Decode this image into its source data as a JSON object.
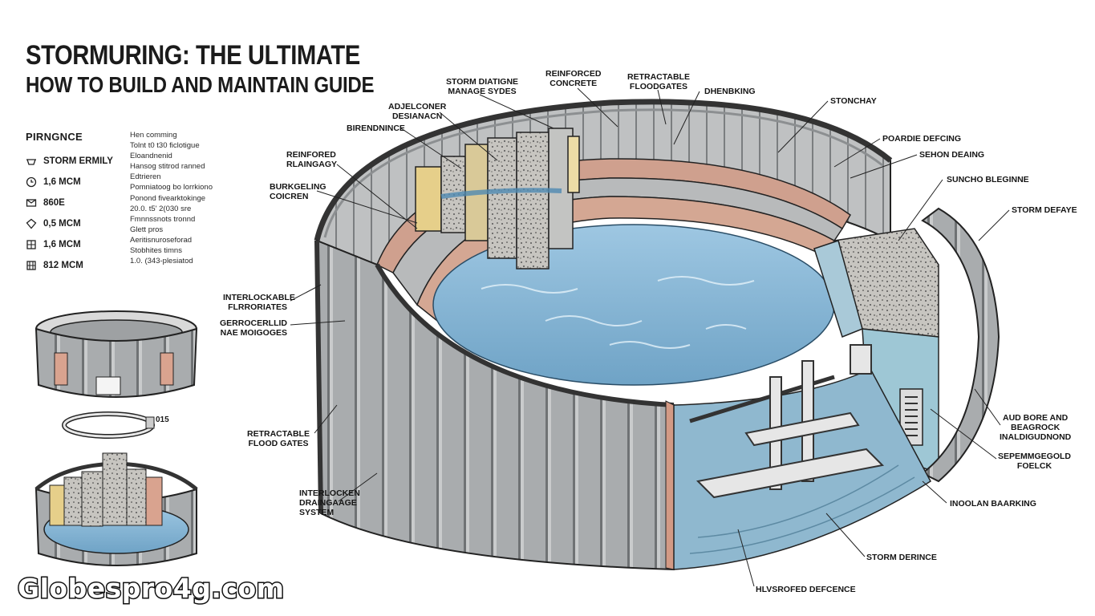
{
  "title": "STORMURING: THE ULTIMATE",
  "subtitle": "HOW TO BUILD AND MAINTAIN GUIDE",
  "legend": {
    "heading": "PIRNGNCE",
    "items": [
      {
        "icon": "strainer-icon",
        "label": "STORM ERMILY"
      },
      {
        "icon": "clock-icon",
        "label": "1,6 MCM"
      },
      {
        "icon": "mail-icon",
        "label": "860E"
      },
      {
        "icon": "diamond-icon",
        "label": "0,5 MCM"
      },
      {
        "icon": "grid-icon",
        "label": "1,6 MCM"
      },
      {
        "icon": "grid-plus-icon",
        "label": "812 MCM"
      }
    ]
  },
  "notes": [
    "Hen comming",
    "Tolnt t0 t30 ficlotigue",
    "Eloandnenid",
    "Hansog stitrod ranned",
    "Edtrieren",
    "Pomniatoog bo lorrkiono",
    "Ponond fivearktokinge",
    "20.0. t5' 2(030 sre",
    "Fmnnssnots tronnd",
    "Glett pros",
    "Aeritisnuroseforad",
    "Stobhites timns",
    "1.0. (343-plesiatod"
  ],
  "callouts": {
    "storm_drainage": "STORM DIATIGNE\nMANAGE SYDES",
    "reinforced_concrete_top": "REINFORCED\nCONCRETE",
    "retractable_floodgates_top": "RETRACTABLE\nFLOODGATES",
    "dhenbking": "DHENBKING",
    "stonchay": "STONCHAY",
    "adjustable_design": "ADJELCONER\nDESIANACN",
    "birendnince": "BIRENDNINCE",
    "poardie_defcing": "POARDIE DEFCING",
    "sehon_deaing": "SEHON DEAING",
    "reinforced_drainage": "REINFORED\nRLAINGAGY",
    "burkgeling": "BURKGELING\nCOICREN",
    "suncho": "SUNCHO BLEGINNE",
    "storm_defaye": "STORM DEFAYE",
    "interlockable": "INTERLOCKABLE\nFLRRORIATES",
    "gerrocerllid": "GERROCERLLID\nNAE MOIGOGES",
    "retractable_flood_gates": "RETRACTABLE\nFLOOD GATES",
    "aud_bore": "AUD BORE AND\nBEAGROCK\nINALDIGUDNOND",
    "sepemmgegold": "SEPEMMGEGOLD\nFOELCK",
    "interlocken": "INTERLOCKEN\nDRAINGAAGE\nSYSTEM",
    "inoolan": "INOOLAN BAARKING",
    "storm_derince": "STORM DERINCE",
    "hlvsrofed": "HLVSROFED DEFCENCE"
  },
  "small_mark": "015",
  "watermark": "Globespro4g.com",
  "colors": {
    "water": "#86b6d6",
    "concrete": "#b9bcbd",
    "liner": "#d9a38f",
    "panel_yellow": "#e6cf8a",
    "ink": "#1b1b1b"
  }
}
